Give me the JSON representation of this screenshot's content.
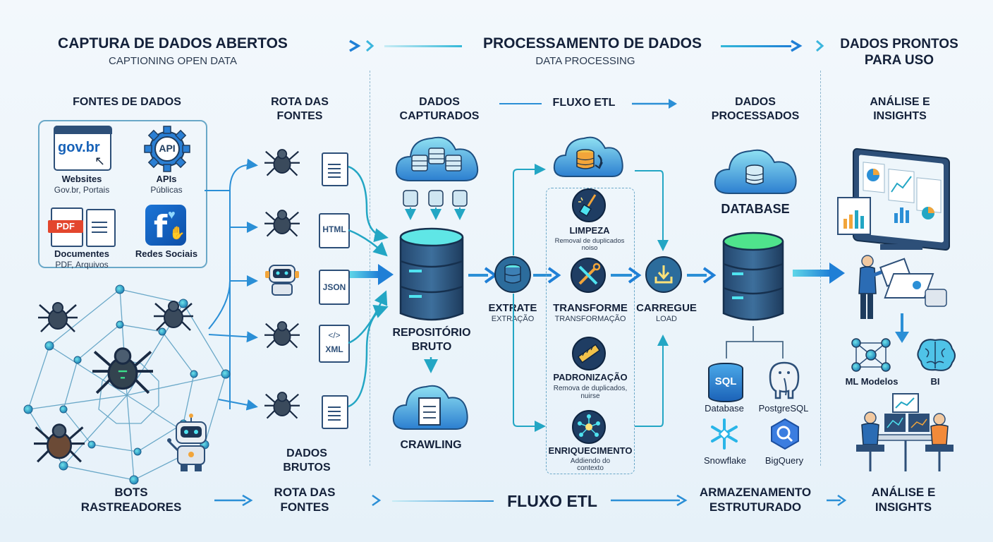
{
  "header": {
    "capture_title": "CAPTURA DE DADOS ABERTOS",
    "capture_sub": "CAPTIONING OPEN DATA",
    "processing_title": "PROCESSAMENTO DE DADOS",
    "processing_sub": "DATA PROCESSING",
    "ready_title_1": "DADOS PRONTOS",
    "ready_title_2": "PARA USO"
  },
  "sources": {
    "title": "FONTES DE DADOS",
    "govbr_logo": "gov.br",
    "api_logo": "API",
    "pdf_logo": "PDF",
    "items": [
      {
        "label": "Websites",
        "sub": "Gov.br, Portais"
      },
      {
        "label": "APIs",
        "sub": "Públicas"
      },
      {
        "label": "Documentes",
        "sub": "PDF, Arquivos"
      },
      {
        "label": "Redes Sociais",
        "sub": ""
      }
    ]
  },
  "route": {
    "title_1": "ROTA DAS",
    "title_2": "FONTES",
    "files": [
      "HTML",
      "JSON",
      "XML"
    ],
    "raw_1": "DADOS",
    "raw_2": "BRUTOS"
  },
  "captured": {
    "title_1": "DADOS",
    "title_2": "CAPTURADOS",
    "repo_1": "REPOSITÓRIO",
    "repo_2": "BRUTO",
    "crawling": "CRAWLING"
  },
  "etl": {
    "title": "FLUXO ETL",
    "extract": "EXTRATE",
    "extract_sub": "EXTRAÇÃO",
    "transform": "TRANSFORME",
    "transform_sub": "TRANSFORMAÇÃO",
    "load": "CARREGUE",
    "load_sub": "LOAD",
    "steps": [
      {
        "title": "LIMPEZA",
        "sub_1": "Removal de duplicados",
        "sub_2": "noiso"
      },
      {
        "title": "PADRONIZAÇÃO",
        "sub_1": "Remova de duplicados,",
        "sub_2": "nuirse"
      },
      {
        "title": "ENRIQUECIMENTO",
        "sub_1": "Addiendo do",
        "sub_2": "contexto"
      }
    ]
  },
  "processed": {
    "title_1": "DADOS",
    "title_2": "PROCESSADOS",
    "database": "DATABASE",
    "sql_logo": "SQL",
    "stores": [
      "Database",
      "PostgreSQL",
      "Snowflake",
      "BigQuery"
    ]
  },
  "analysis": {
    "title_1": "ANÁLISE E",
    "title_2": "INSIGHTS",
    "ml": "ML Modelos",
    "bi": "BI"
  },
  "footer": {
    "bots_1": "BOTS",
    "bots_2": "RASTREADORES",
    "route_1": "ROTA DAS",
    "route_2": "FONTES",
    "etl": "FLUXO ETL",
    "storage_1": "ARMAZENAMENTO",
    "storage_2": "ESTRUTURADO",
    "analysis_1": "ANÁLISE E",
    "analysis_2": "INSIGHTS"
  },
  "colors": {
    "accent": "#1aa7c9",
    "arrow": "#2b8fd6",
    "dark": "#14213a",
    "teal": "#2fc6c6",
    "card": "#3c6e95"
  }
}
